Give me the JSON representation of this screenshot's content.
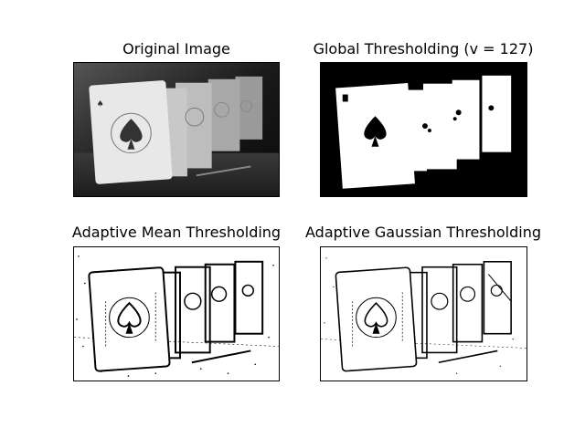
{
  "panels": [
    {
      "title": "Original Image",
      "mode": "grayscale"
    },
    {
      "title": "Global Thresholding (v = 127)",
      "mode": "global"
    },
    {
      "title": "Adaptive Mean Thresholding",
      "mode": "adaptive-mean"
    },
    {
      "title": "Adaptive Gaussian Thresholding",
      "mode": "adaptive-gaussian"
    }
  ],
  "colors": {
    "background": "#ffffff",
    "black": "#000000",
    "white": "#ffffff",
    "dark_gray": "#2a2a2a",
    "mid_gray": "#7a7a7a",
    "light_gray": "#d8d8d8"
  },
  "icons": [
    "spade-icon"
  ]
}
